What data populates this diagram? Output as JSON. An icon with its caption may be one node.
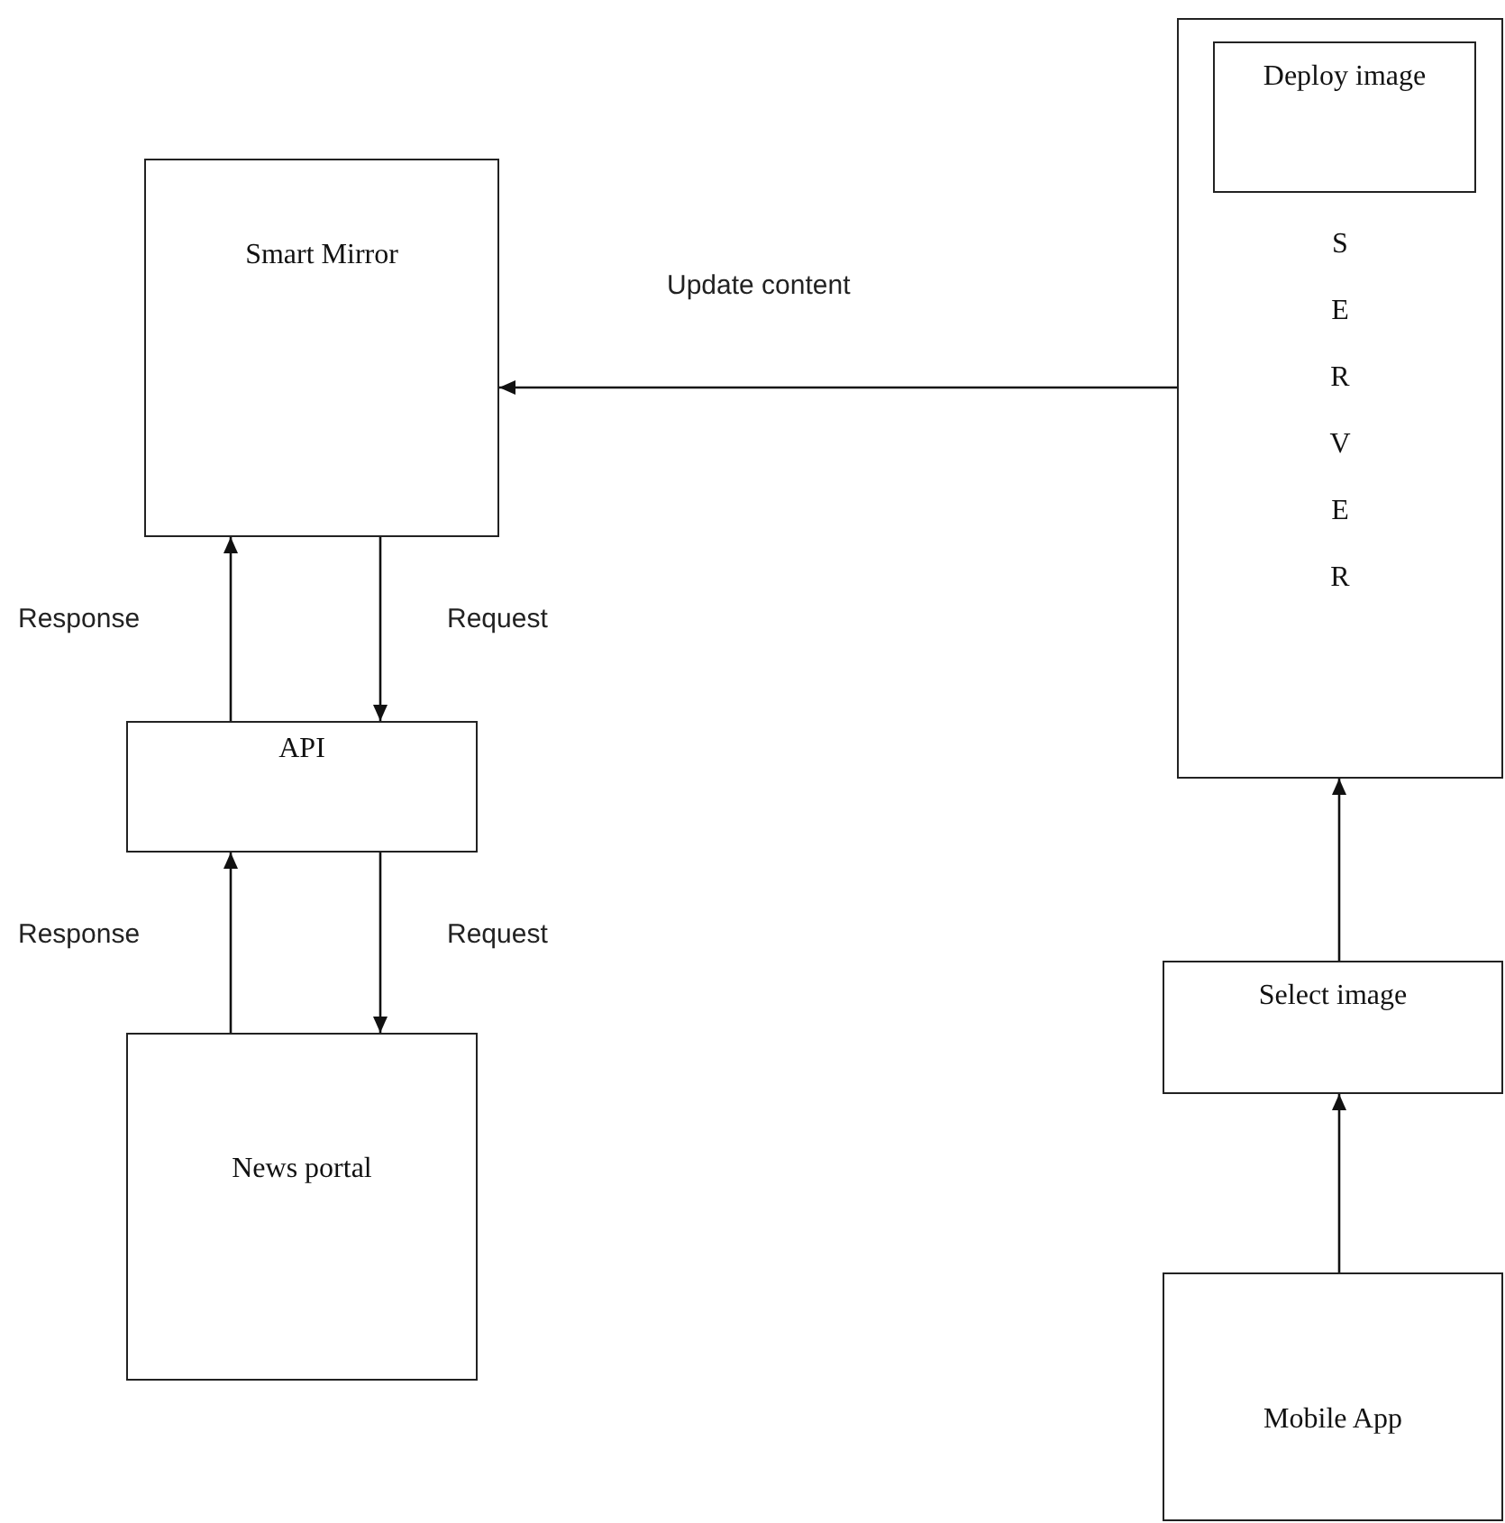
{
  "diagram": {
    "nodes": [
      {
        "text": [
          "Smart Mirror"
        ]
      },
      {
        "text": [
          "SERVER"
        ]
      },
      {
        "text": [
          "Deploy image"
        ],
        "in": 1
      },
      {
        "text": [
          "API"
        ]
      },
      {
        "text": [
          "Select image"
        ]
      },
      {
        "text": [
          "News portal"
        ]
      },
      {
        "text": [
          "Mobile App"
        ]
      }
    ],
    "edges": [
      {
        "from": 1,
        "to": 0,
        "arrow": "to",
        "label": "Update content"
      },
      {
        "from": 3,
        "to": 0,
        "arrow": "to",
        "label": "Response"
      },
      {
        "from": 0,
        "to": 3,
        "arrow": "to",
        "label": "Request"
      },
      {
        "from": 5,
        "to": 3,
        "arrow": "to",
        "label": "Response"
      },
      {
        "from": 3,
        "to": 5,
        "arrow": "to",
        "label": "Request"
      },
      {
        "from": 4,
        "to": 1,
        "arrow": "to"
      },
      {
        "from": 6,
        "to": 4,
        "arrow": "to"
      }
    ]
  }
}
